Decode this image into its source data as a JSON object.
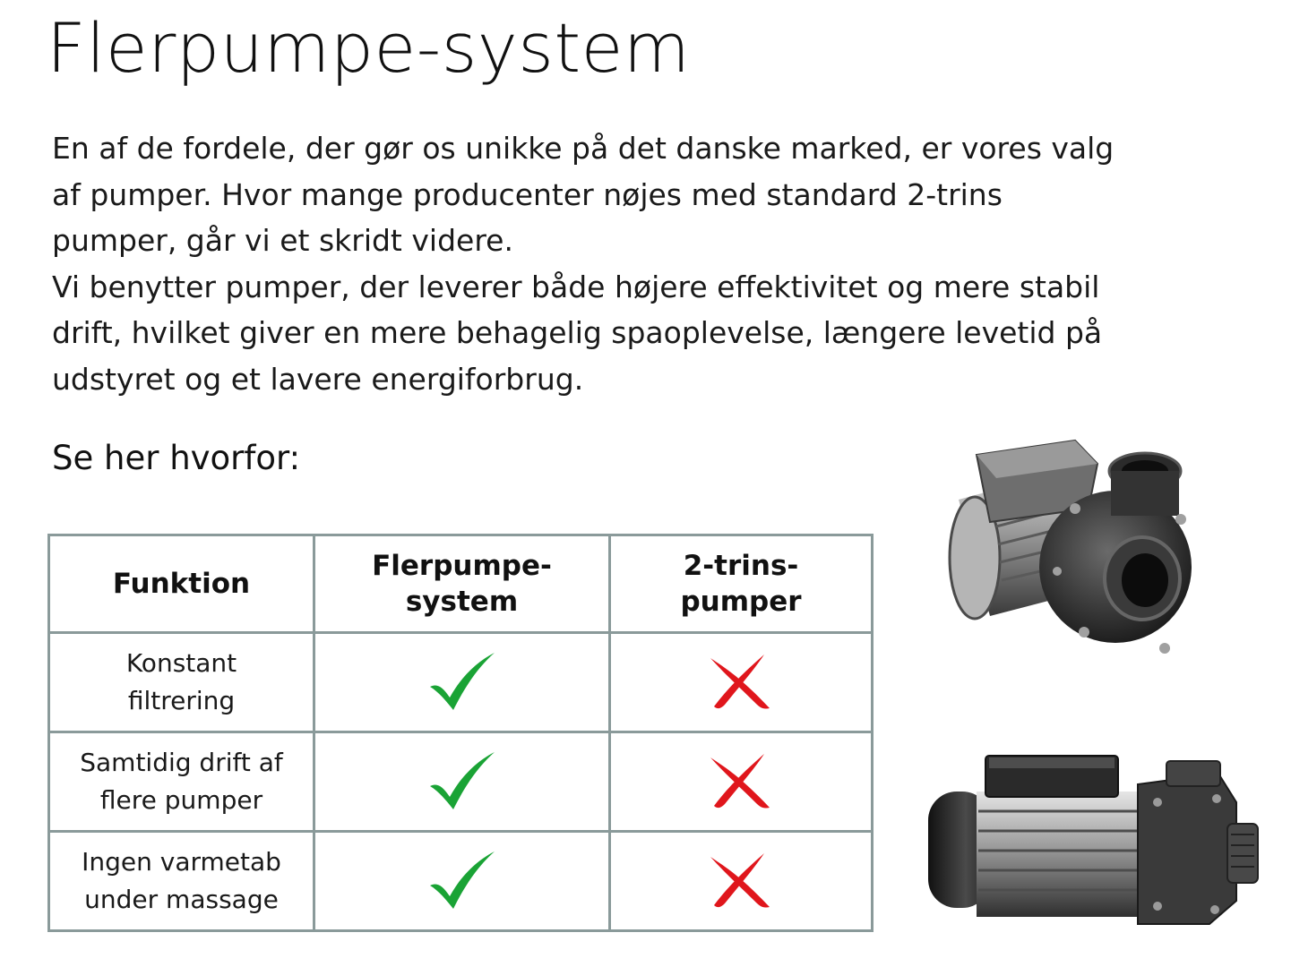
{
  "page": {
    "title": "Flerpumpe-system",
    "intro_lines": [
      "En af de fordele, der gør os unikke på det danske marked, er vores valg",
      "af pumper. Hvor mange producenter nøjes med standard 2-trins",
      "pumper, går vi et skridt videre.",
      "Vi benytter pumper, der leverer både højere effektivitet og mere stabil",
      "drift, hvilket giver en mere behagelig spaoplevelse, længere levetid på",
      "udstyret og et lavere energiforbrug."
    ],
    "subheading": "Se her hvorfor:"
  },
  "table": {
    "headers": {
      "function": "Funktion",
      "col1_line1": "Flerpumpe-",
      "col1_line2": "system",
      "col2_line1": "2-trins-",
      "col2_line2": "pumper"
    },
    "rows": [
      {
        "line1": "Konstant",
        "line2": "filtrering",
        "flerpumpe": "check",
        "totrins": "cross"
      },
      {
        "line1": "Samtidig drift af",
        "line2": "flere pumper",
        "flerpumpe": "check",
        "totrins": "cross"
      },
      {
        "line1": "Ingen varmetab",
        "line2": "under massage",
        "flerpumpe": "check",
        "totrins": "cross"
      }
    ]
  },
  "icons": {
    "check": "check-icon",
    "cross": "cross-icon",
    "check_color": "#1aa335",
    "cross_color": "#e0161c"
  },
  "images": {
    "pump_top": "spa-pump-photo",
    "pump_bottom": "spa-pump-photo"
  }
}
